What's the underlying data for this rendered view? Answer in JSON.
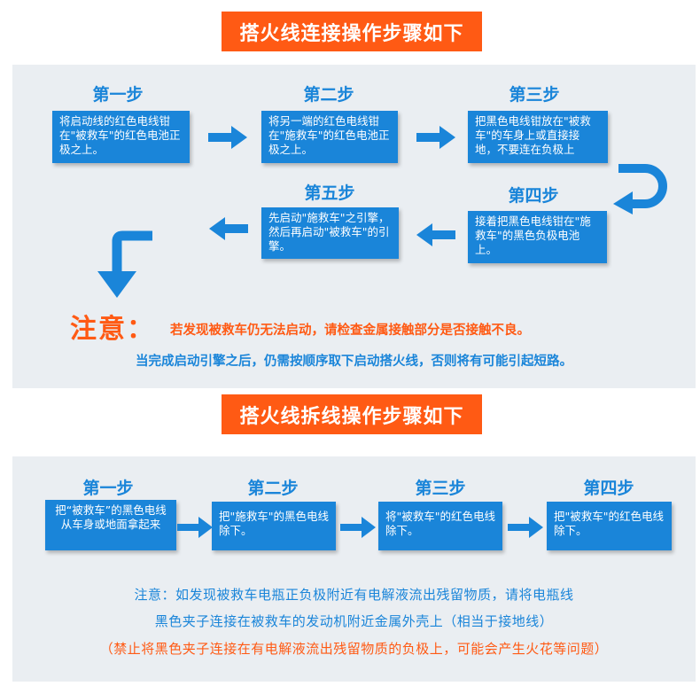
{
  "section1": {
    "title": "搭火线连接操作步骤如下",
    "steps": [
      {
        "title": "第一步",
        "text": "将启动线的红色电线钳在\"被救车\"的红色电池正极之上。"
      },
      {
        "title": "第二步",
        "text": "将另一端的红色电线钳在\"施救车\"的红色电池正极之上。"
      },
      {
        "title": "第三步",
        "text": "把黑色电线钳放在\"被救车\"的车身上或直接接地，不要连在负极上"
      },
      {
        "title": "第四步",
        "text": "接着把黑色电线钳在\"施救车\"的黑色负极电池上。"
      },
      {
        "title": "第五步",
        "text": "先启动\"施救车\"之引擎，然后再启动\"被救车\"的引擎。"
      }
    ],
    "note_head": "注意：",
    "note_text": "若发现被救车仍无法启动，请检查金属接触部分是否接触不良。",
    "note_line2": "当完成启动引擎之后，仍需按顺序取下启动搭火线，否则将有可能引起短路。"
  },
  "section2": {
    "title": "搭火线拆线操作步骤如下",
    "steps": [
      {
        "title": "第一步",
        "text": "把“被救车”的黑色电线从车身或地面拿起来"
      },
      {
        "title": "第二步",
        "text": "把\"施救车\"的黑色电线除下。"
      },
      {
        "title": "第三步",
        "text": "将\"被救车\"的红色电线除下。"
      },
      {
        "title": "第四步",
        "text": "把\"被救车\"的红色电线除下。"
      }
    ],
    "note_line1": "注意：如发现被救车电瓶正负极附近有电解液流出残留物质，请将电瓶线",
    "note_line2": "黑色夹子连接在被救车的发动机附近金属外壳上（相当于接地线）",
    "note_line3": "（禁止将黑色夹子连接在有电解液流出残留物质的负极上，可能会产生火花等问题）"
  },
  "colors": {
    "accent_blue": "#1a85d9",
    "accent_orange": "#ff5a14",
    "panel_bg": "#eaeef2"
  }
}
